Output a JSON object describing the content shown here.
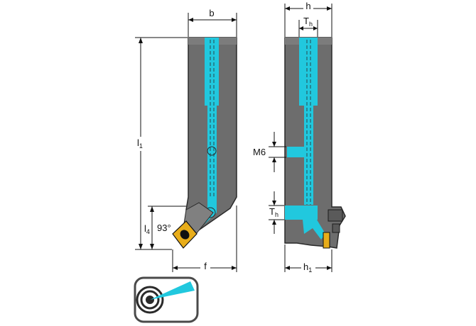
{
  "colors": {
    "body": "#6d6d6d",
    "body_edge": "#2a2a2a",
    "coolant": "#21c8de",
    "insert": "#e8ad1a",
    "dim_line": "#111111",
    "icon_frame": "#4a4a4a"
  },
  "side_view": {
    "width_label": "b",
    "length_label": "l",
    "length_sub": "1",
    "head_label": "l",
    "head_sub": "4",
    "angle_label": "93°",
    "offset_label": "f"
  },
  "front_view": {
    "height_label": "h",
    "thread_top_label": "T",
    "thread_top_sub": "h",
    "port_label": "M6",
    "thread_mid_label": "T",
    "thread_mid_sub": "h",
    "height1_label": "h",
    "height1_sub": "1"
  },
  "icons": {
    "coolant": "internal-coolant-icon"
  }
}
